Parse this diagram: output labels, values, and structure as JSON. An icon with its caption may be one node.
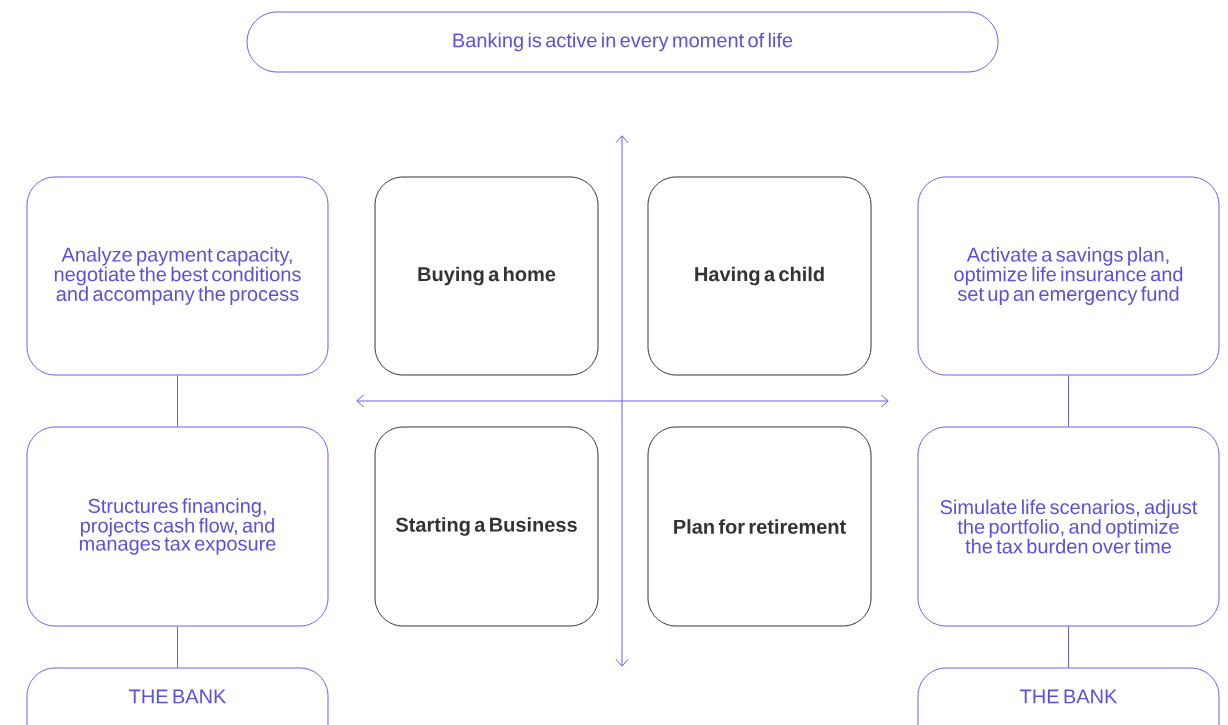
{
  "diagram": {
    "nodes": [
      {
        "text": [
          "Banking is active in every moment of life"
        ]
      },
      {
        "text": [
          "Analyze payment capacity, negotiate the best conditions and accompany the process"
        ]
      },
      {
        "text": [
          "Structures financing, projects cash flow, and manages tax exposure"
        ]
      },
      {
        "text": [
          "THE BANK"
        ]
      },
      {
        "text": [
          "Buying a home"
        ]
      },
      {
        "text": [
          "Having a child"
        ]
      },
      {
        "text": [
          "Starting a Business"
        ]
      },
      {
        "text": [
          "Plan for retirement"
        ]
      },
      {
        "text": [
          "Activate a savings plan, optimize life insurance and set up an emergency fund"
        ]
      },
      {
        "text": [
          "Simulate life scenarios, adjust the portfolio, and optimize the tax burden over time"
        ]
      },
      {
        "text": [
          "THE BANK"
        ]
      }
    ],
    "edges": [
      {
        "from": 1,
        "to": 2,
        "arrow": "none"
      },
      {
        "from": 2,
        "to": 3,
        "arrow": "none"
      },
      {
        "from": 8,
        "to": 9,
        "arrow": "none"
      },
      {
        "from": 9,
        "to": 10,
        "arrow": "none"
      }
    ]
  }
}
